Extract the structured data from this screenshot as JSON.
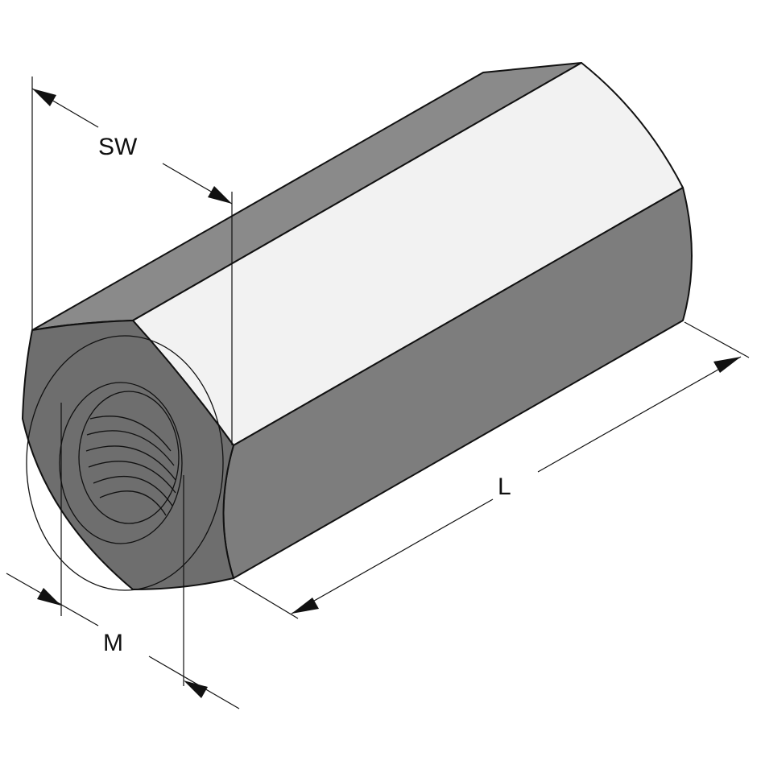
{
  "dimensions": {
    "sw_label": "SW",
    "l_label": "L",
    "m_label": "M"
  },
  "colors": {
    "background": "#ffffff",
    "top_face": "#f2f2f2",
    "upper_face": "#8a8a8a",
    "side_face": "#7d7d7d",
    "end_face": "#6e6e6e",
    "bore": "#c4c4c4",
    "outline": "#111111"
  }
}
